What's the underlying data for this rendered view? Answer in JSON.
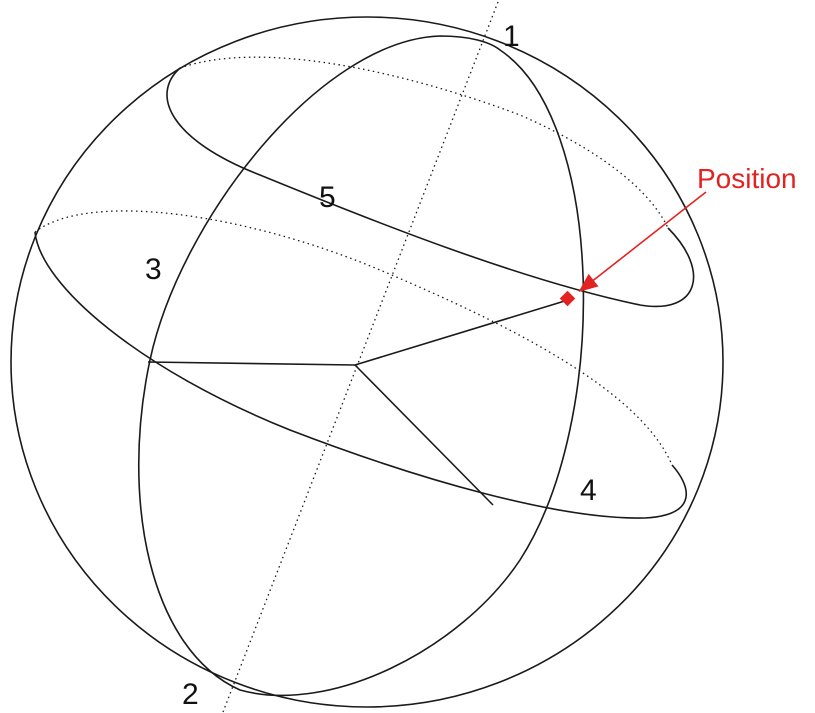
{
  "diagram": {
    "axis_labels": {
      "top": "1",
      "bottom": "2"
    },
    "region_labels": {
      "left": "3",
      "right": "4",
      "upper": "5"
    },
    "marker": {
      "label": "Position",
      "color": "#e32222"
    },
    "line_color": "#1a1a1a"
  }
}
